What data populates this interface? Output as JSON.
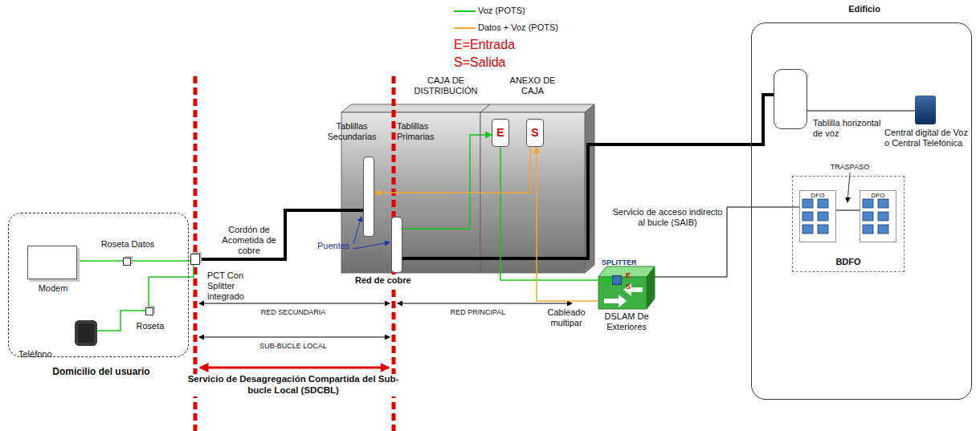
{
  "diagram": {
    "nodes": [
      {
        "text": [
          "Domicilio del usuario"
        ]
      },
      {
        "text": [
          "Modem"
        ],
        "in": 0
      },
      {
        "text": [
          "Roseta Datos"
        ],
        "in": 0
      },
      {
        "text": [
          "Teléfono"
        ],
        "in": 0
      },
      {
        "text": [
          "Roseta"
        ],
        "in": 0
      },
      {
        "text": [
          "PCT Con Splitter integrado"
        ]
      },
      {
        "text": [
          "CAJA DE DISTRIBUCIÓN"
        ]
      },
      {
        "text": [
          "Tablillas Secundarias"
        ],
        "in": 6
      },
      {
        "text": [
          "Tablillas Primarias"
        ],
        "in": 6
      },
      {
        "text": [
          "ANEXO DE CAJA"
        ]
      },
      {
        "text": [
          "E"
        ],
        "in": 9
      },
      {
        "text": [
          "S"
        ],
        "in": 9
      },
      {
        "text": [
          "DSLAM De Exteriores"
        ]
      },
      {
        "text": [
          "SPLITTER"
        ],
        "in": 12
      },
      {
        "text": [
          "Edificio"
        ]
      },
      {
        "text": [
          "Tablilla horizontal de voz"
        ],
        "in": 14
      },
      {
        "text": [
          "Central digital de Voz o Central Telefónica"
        ],
        "in": 14
      },
      {
        "text": [
          "BDFO"
        ],
        "in": 14
      },
      {
        "text": [
          "DFO"
        ],
        "in": 17
      },
      {
        "text": [
          "DFO"
        ],
        "in": 17
      }
    ],
    "edges": [
      {
        "from": 1,
        "to": 2,
        "arrow": "none"
      },
      {
        "from": 2,
        "to": 5,
        "arrow": "none"
      },
      {
        "from": 3,
        "to": 4,
        "arrow": "none"
      },
      {
        "from": 4,
        "to": 5,
        "arrow": "none"
      },
      {
        "from": 5,
        "to": 7,
        "arrow": "none"
      },
      {
        "from": 8,
        "to": 15,
        "arrow": "none"
      },
      {
        "from": 8,
        "to": 10,
        "arrow": "to"
      },
      {
        "from": 10,
        "to": 13,
        "arrow": "to"
      },
      {
        "from": 12,
        "to": 11,
        "arrow": "to"
      },
      {
        "from": 11,
        "to": 7,
        "arrow": "to"
      },
      {
        "from": 12,
        "to": 18,
        "arrow": "none"
      },
      {
        "from": 15,
        "to": 16,
        "arrow": "none"
      },
      {
        "from": 18,
        "to": 19,
        "arrow": "none"
      }
    ],
    "labels": [
      "E=Entrada",
      "S=Salida",
      "Cordón de Acometida de cobre",
      "Puentes",
      "Red de cobre",
      "Cableado multipar",
      "Servicio de acceso indirecto al bucle (SAIB)",
      "TRASPASO",
      "E",
      "S",
      "RED SECUNDARIA",
      "RED PRINCIPAL",
      "SUB-BUCLE LOCAL",
      "Servicio de Desagregación Compartida del Sub-bucle Local (SDCBL)"
    ],
    "legend": [
      {
        "text": "Voz (POTS)"
      },
      {
        "text": "Datos + Voz (POTS)"
      }
    ]
  }
}
